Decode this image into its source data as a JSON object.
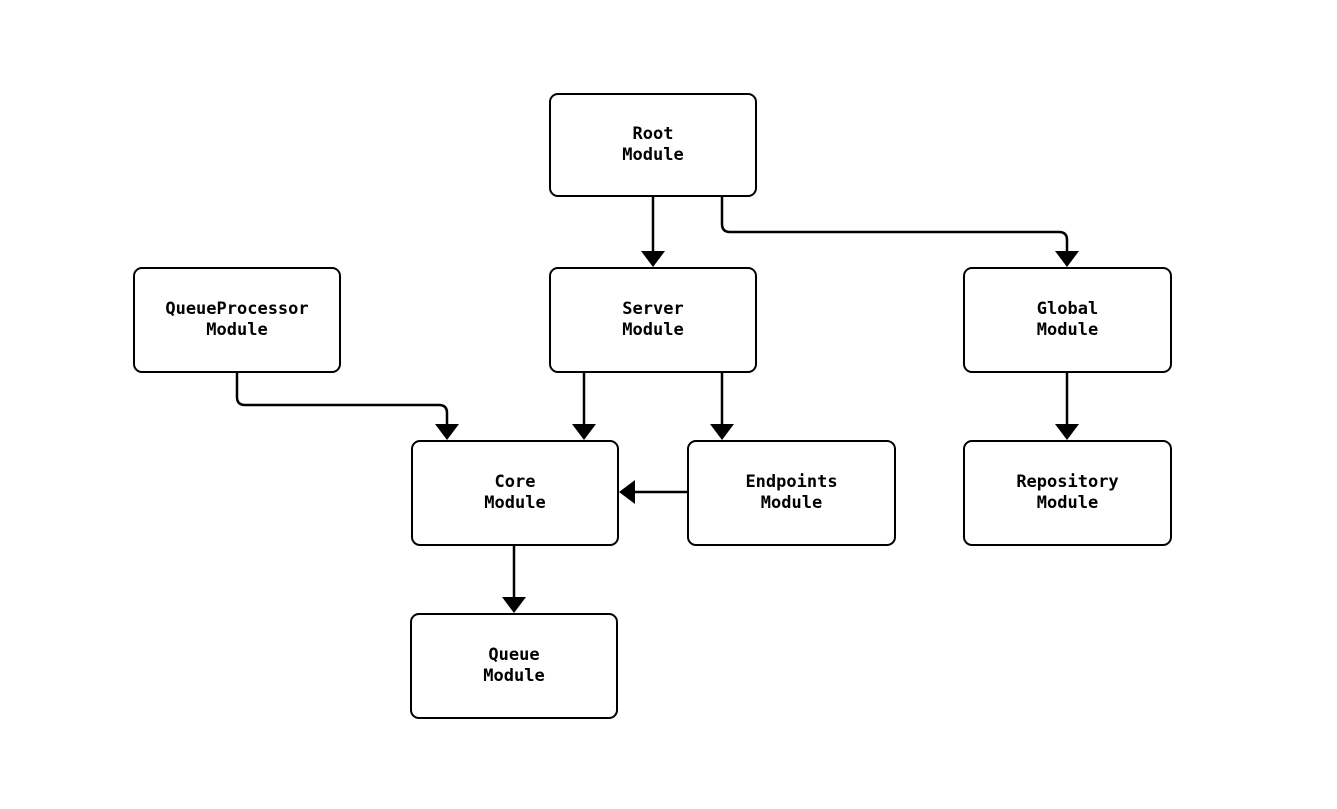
{
  "diagram": {
    "background_color": "#ffffff",
    "stroke_color": "#000000",
    "text_color": "#000000",
    "node_fill_color": "#ffffff",
    "nodes": [
      {
        "id": "root",
        "line1": "Root",
        "line2": "Module"
      },
      {
        "id": "queueprocessor",
        "line1": "QueueProcessor",
        "line2": "Module"
      },
      {
        "id": "server",
        "line1": "Server",
        "line2": "Module"
      },
      {
        "id": "global",
        "line1": "Global",
        "line2": "Module"
      },
      {
        "id": "core",
        "line1": "Core",
        "line2": "Module"
      },
      {
        "id": "endpoints",
        "line1": "Endpoints",
        "line2": "Module"
      },
      {
        "id": "repository",
        "line1": "Repository",
        "line2": "Module"
      },
      {
        "id": "queue",
        "line1": "Queue",
        "line2": "Module"
      }
    ],
    "edges": [
      {
        "from": "Root Module",
        "to": "Server Module"
      },
      {
        "from": "Root Module",
        "to": "Global Module"
      },
      {
        "from": "QueueProcessor Module",
        "to": "Core Module"
      },
      {
        "from": "Server Module",
        "to": "Core Module"
      },
      {
        "from": "Server Module",
        "to": "Endpoints Module"
      },
      {
        "from": "Endpoints Module",
        "to": "Core Module"
      },
      {
        "from": "Global Module",
        "to": "Repository Module"
      },
      {
        "from": "Core Module",
        "to": "Queue Module"
      }
    ]
  }
}
